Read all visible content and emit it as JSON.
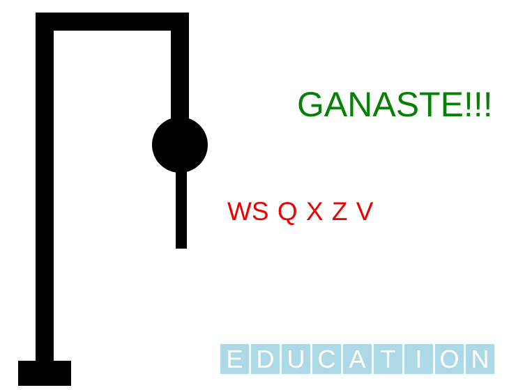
{
  "game": {
    "status_text": "GANASTE!!!",
    "wrong_letters": "WS Q X Z V",
    "word_letters": [
      "E",
      "D",
      "U",
      "C",
      "A",
      "T",
      "I",
      "O",
      "N"
    ],
    "hangman_parts_shown": [
      "head",
      "body"
    ]
  },
  "colors": {
    "status": "#068006",
    "wrong_letters": "#ee0000",
    "letter_slot_bg": "#add8e6",
    "letter_text": "#ffffff",
    "gallows": "#000000"
  }
}
